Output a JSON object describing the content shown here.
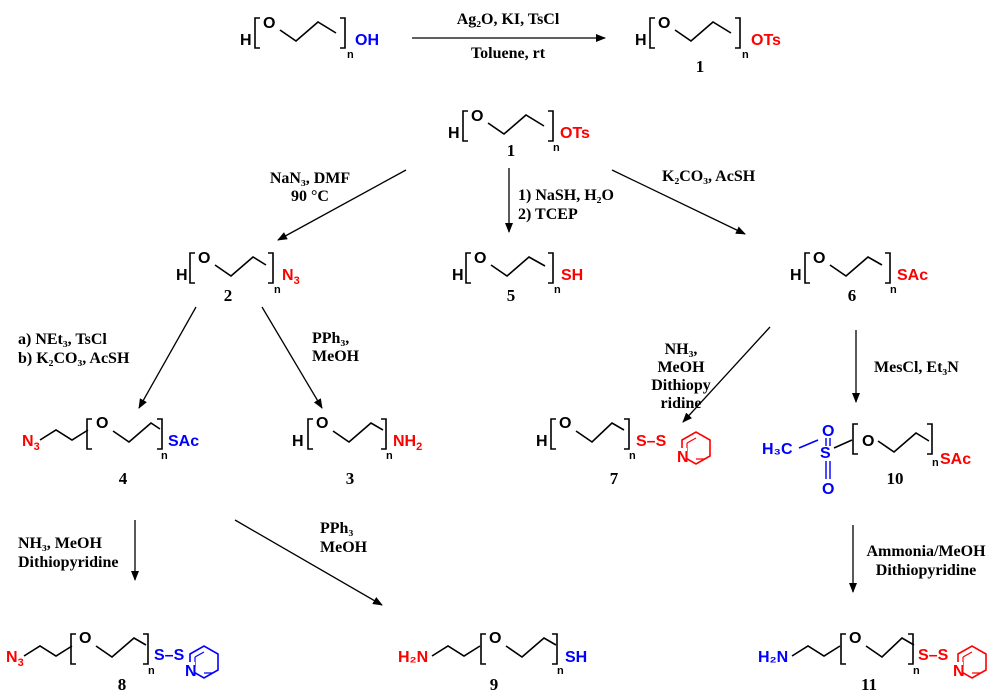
{
  "colors": {
    "black": "#000000",
    "red": "#ff0000",
    "blue": "#0000ff"
  },
  "subscript_n": "n",
  "compounds": {
    "start": {
      "left": "H",
      "right": "OH",
      "right_color": "#0000ff"
    },
    "c1_top": {
      "left": "H",
      "right": "OTs",
      "right_color": "#ff0000",
      "label": "1"
    },
    "c1_mid": {
      "left": "H",
      "right": "OTs",
      "right_color": "#ff0000",
      "label": "1"
    },
    "c2": {
      "left": "H",
      "right": "N",
      "right_sub": "3",
      "right_color": "#ff0000",
      "label": "2"
    },
    "c5": {
      "left": "H",
      "right": "SH",
      "right_color": "#ff0000",
      "label": "5"
    },
    "c6": {
      "left": "H",
      "right": "SAc",
      "right_color": "#ff0000",
      "label": "6"
    },
    "c4": {
      "left": "N",
      "left_sub": "3",
      "left_color": "#ff0000",
      "right": "SAc",
      "right_color": "#0000ff",
      "label": "4"
    },
    "c3": {
      "left": "H",
      "right": "NH",
      "right_sub": "2",
      "right_color": "#ff0000",
      "label": "3"
    },
    "c7": {
      "left": "H",
      "right": "S–S",
      "right_color": "#ff0000",
      "pyridine_N": "N",
      "label": "7"
    },
    "c10": {
      "left": "H₃C",
      "left_color": "#0000ff",
      "sulfonyl_S": "S",
      "sulfonyl_O": "O",
      "right": "SAc",
      "right_color": "#ff0000",
      "label": "10"
    },
    "c8": {
      "left": "N",
      "left_sub": "3",
      "left_color": "#ff0000",
      "right": "S–S",
      "right_color": "#0000ff",
      "pyridine_N": "N",
      "label": "8"
    },
    "c9": {
      "left": "H₂N",
      "left_color": "#ff0000",
      "right": "SH",
      "right_color": "#0000ff",
      "label": "9"
    },
    "c11": {
      "left": "H₂N",
      "left_color": "#0000ff",
      "right": "S–S",
      "right_color": "#ff0000",
      "pyridine_N": "N",
      "label": "11"
    }
  },
  "conditions": {
    "r0_line1": "Ag₂O, KI, TsCl",
    "r0_line2": "Toluene, rt",
    "r1_line1": "NaN₃, DMF",
    "r1_line2": "90 °C",
    "r2_line1": "1) NaSH, H₂O",
    "r2_line2": "2) TCEP",
    "r3_line1": "K₂CO₃, AcSH",
    "r4_line1": "a) NEt₃, TsCl",
    "r4_line2": "b) K₂CO₃, AcSH",
    "r5_line1": "PPh₃,",
    "r5_line2": "MeOH",
    "r6_line1": "NH₃,",
    "r6_line2": "MeOH",
    "r6_line3": "Dithiopy",
    "r6_line4": "ridine",
    "r7_line1": "MesCl, Et₃N",
    "r8_line1": "NH₃, MeOH",
    "r8_line2": "Dithiopyridine",
    "r9_line1": "PPh₃",
    "r9_line2": "MeOH",
    "r10_line1": "Ammonia/MeOH",
    "r10_line2": "Dithiopyridine"
  }
}
